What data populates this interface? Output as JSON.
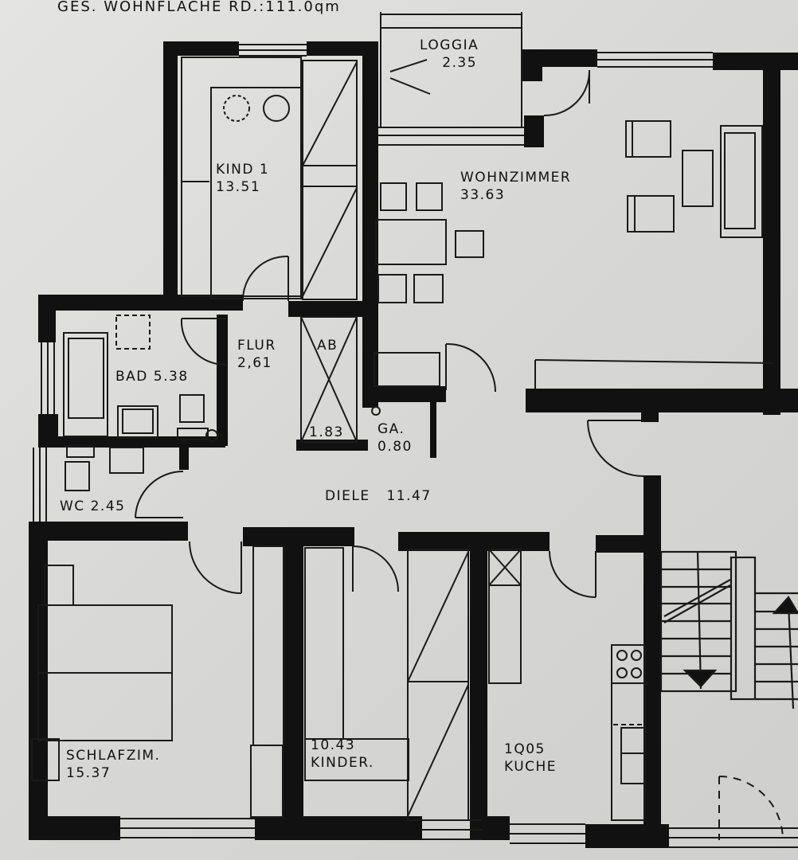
{
  "header": {
    "total_area_label": "GES. WOHNFLÄCHE RD.:111.0qm"
  },
  "rooms": [
    {
      "id": "loggia",
      "name": "LOGGIA",
      "area": "2.35"
    },
    {
      "id": "wohnzimmer",
      "name": "WOHNZIMMER",
      "area": "33.63"
    },
    {
      "id": "kind1",
      "name": "KIND 1",
      "area": "13.51"
    },
    {
      "id": "flur",
      "name": "FLUR",
      "area": "2,61"
    },
    {
      "id": "bad",
      "name": "BAD",
      "area": "5.38"
    },
    {
      "id": "ab",
      "name": "AB",
      "area": "1.83"
    },
    {
      "id": "ga",
      "name": "GA.",
      "area": "0.80"
    },
    {
      "id": "wc",
      "name": "WC",
      "area": "2.45"
    },
    {
      "id": "diele",
      "name": "DIELE",
      "area": "11.47"
    },
    {
      "id": "schlafzim",
      "name": "SCHLAFZIM.",
      "area": "15.37"
    },
    {
      "id": "kinder",
      "name": "KINDER.",
      "area": "10.43"
    },
    {
      "id": "kueche",
      "name": "KUCHE",
      "area": "1Q05"
    }
  ],
  "colors": {
    "wall": "#111111",
    "paper": "#dcdcda",
    "line": "#1a1a1a"
  },
  "icons": {
    "stairs": "staircase-with-direction-arrows",
    "stove": "four-burner-stove",
    "door_swing": "door-arc"
  }
}
